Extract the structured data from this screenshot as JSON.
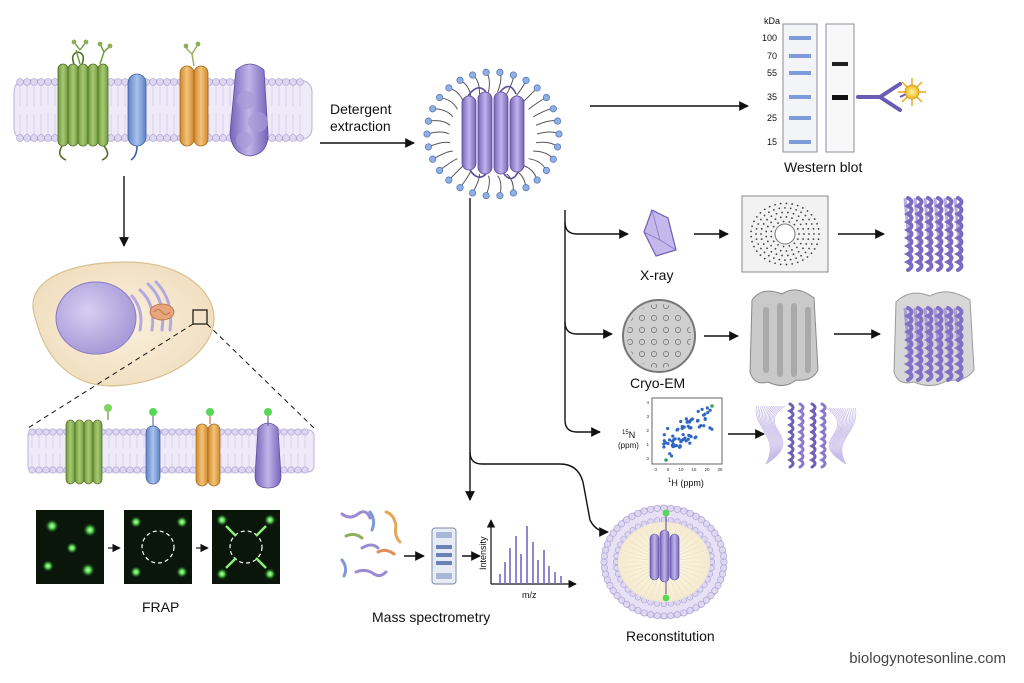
{
  "labels": {
    "detergent_line1": "Detergent",
    "detergent_line2": "extraction",
    "western_blot": "Western blot",
    "xray": "X-ray",
    "cryo_em": "Cryo-EM",
    "frap": "FRAP",
    "mass_spec": "Mass spectrometry",
    "reconstitution": "Reconstitution",
    "nmr_y_sup": "15",
    "nmr_y_main": "N",
    "nmr_y_unit": "(ppm)",
    "nmr_x_sup": "1",
    "nmr_x_main": "H (ppm)",
    "ms_y": "Intensity",
    "ms_x": "m/z"
  },
  "western_blot": {
    "unit": "kDa",
    "markers": [
      "100",
      "70",
      "55",
      "35",
      "25",
      "15"
    ]
  },
  "nmr_ticks": {
    "x": [
      "-3",
      "5",
      "10",
      "15",
      "20",
      "25"
    ],
    "y": [
      "4",
      "3",
      "2",
      "1",
      "0"
    ]
  },
  "footer": "biologynotesonline.com",
  "colors": {
    "membrane_head": "#d9d3ee",
    "green_protein": "#8fae5a",
    "blue_protein": "#7f9fd8",
    "orange_protein": "#e4a64b",
    "purple_protein": "#9b8cd0",
    "fluorescence": "#58d655"
  }
}
